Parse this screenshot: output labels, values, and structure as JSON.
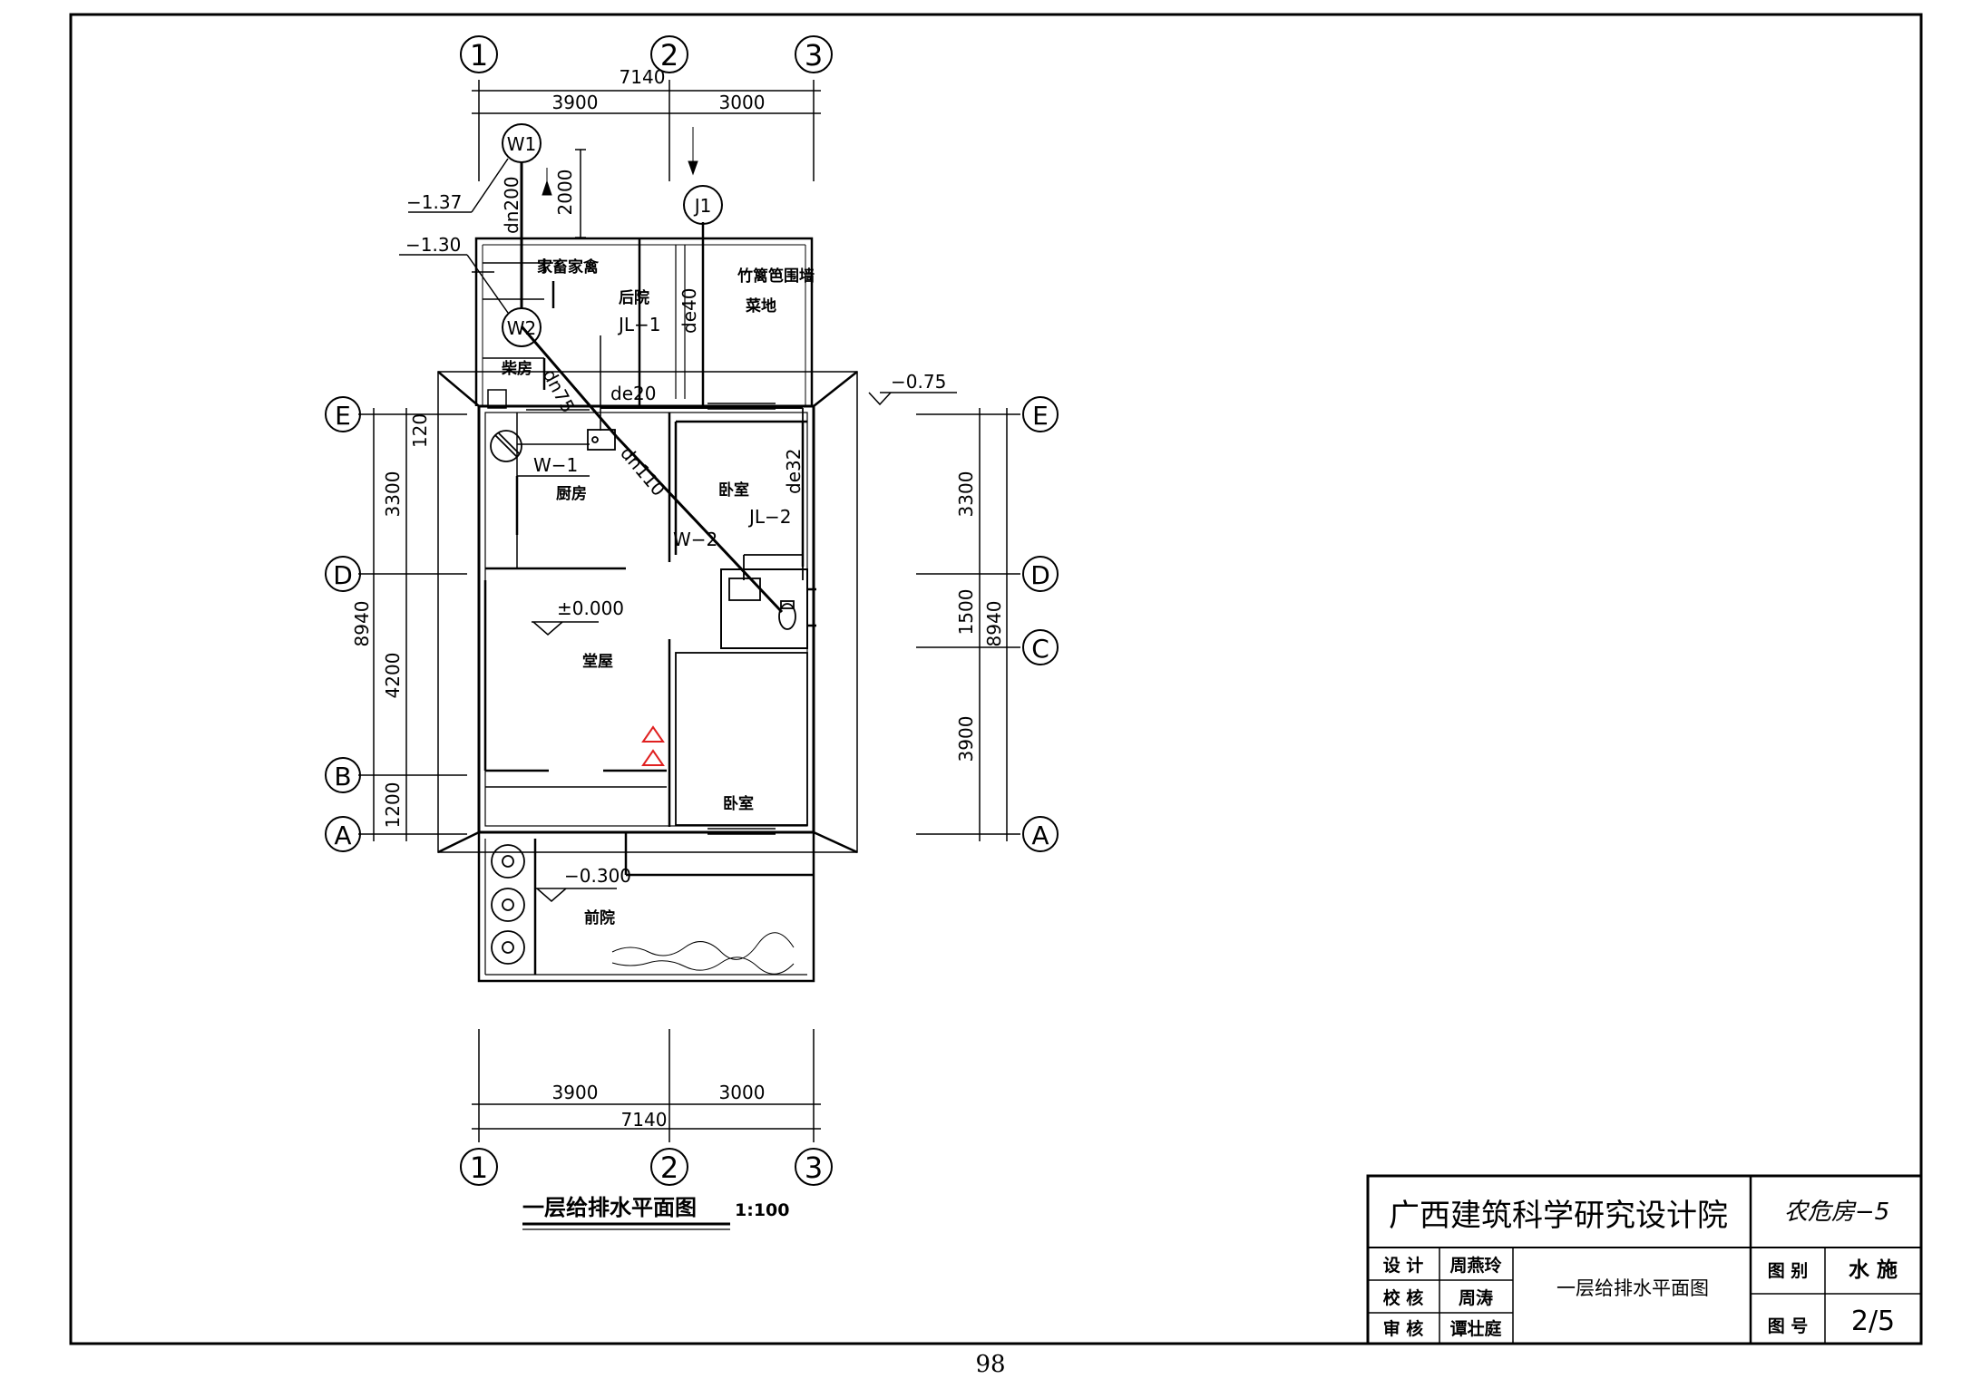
{
  "axes": {
    "col1": "1",
    "col2": "2",
    "col3": "3",
    "rowE": "E",
    "rowD": "D",
    "rowC": "C",
    "rowB": "B",
    "rowA": "A"
  },
  "dims": {
    "top_total": "7140",
    "top_a": "3900",
    "top_b": "3000",
    "bottom_a": "3900",
    "bottom_b": "3000",
    "bottom_total": "7140",
    "left_120": "120",
    "left_3300": "3300",
    "left_8940": "8940",
    "left_4200": "4200",
    "left_1200": "1200",
    "right_3300": "3300",
    "right_1500": "1500",
    "right_8940": "8940",
    "right_3900": "3900",
    "pipe_2000": "2000"
  },
  "nodes": {
    "w1": "W1",
    "w2": "W2",
    "j1": "J1"
  },
  "elevations": {
    "e137": "−1.37",
    "e130": "−1.30",
    "e075": "−0.75",
    "e000": "±0.000",
    "e030": "−0.300"
  },
  "pipes": {
    "dn200": "dn200",
    "de40": "de40",
    "dn75": "dn75",
    "de20": "de20",
    "dn110": "dn110",
    "de32": "de32",
    "jl1": "JL−1",
    "jl2": "JL−2",
    "w_1": "W−1",
    "w_2": "W−2"
  },
  "rooms": {
    "livestock": "家畜家禽",
    "backyard": "后院",
    "bamboo_fence": "竹篱笆围墙",
    "vegetable": "菜地",
    "woodshed": "柴房",
    "kitchen": "厨房",
    "bedroom1": "卧室",
    "hall": "堂屋",
    "bedroom2": "卧室",
    "frontyard": "前院"
  },
  "drawing_title": "一层给排水平面图",
  "scale": "1:100",
  "title_block": {
    "institute": "广西建筑科学研究设计院",
    "project": "农危房−5",
    "drawing_name": "一层给排水平面图",
    "design_label": "设 计",
    "design_name": "周燕玲",
    "check_label": "校 核",
    "check_name": "周涛",
    "review_label": "审 核",
    "review_name": "谭壮庭",
    "category_label": "图 别",
    "category_value": "水 施",
    "number_label": "图 号",
    "number_value": "2/5"
  },
  "page_number": "98",
  "colors": {
    "line": "#000000",
    "warning": "#e02020"
  }
}
